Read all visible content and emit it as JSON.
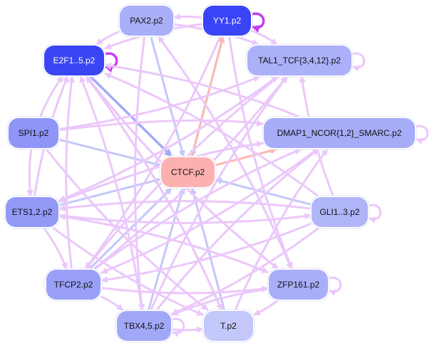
{
  "graph": {
    "nodes": [
      {
        "id": "PAX2",
        "label": "PAX2.p2",
        "fill": "#a9aef8",
        "text": "#111111"
      },
      {
        "id": "YY1",
        "label": "YY1.p2",
        "fill": "#3844f5",
        "text": "#ffffff"
      },
      {
        "id": "E2F",
        "label": "E2F1..5.p2",
        "fill": "#3a46f4",
        "text": "#ffffff"
      },
      {
        "id": "TAL1",
        "label": "TAL1_TCF{3,4,12}.p2",
        "fill": "#abb0f8",
        "text": "#111111"
      },
      {
        "id": "SPI1",
        "label": "SPI1.p2",
        "fill": "#8e95f7",
        "text": "#111111"
      },
      {
        "id": "DMAP1",
        "label": "DMAP1_NCOR{1,2}_SMARC.p2",
        "fill": "#a6acf8",
        "text": "#111111"
      },
      {
        "id": "CTCF",
        "label": "CTCF.p2",
        "fill": "#fdb0b0",
        "text": "#111111"
      },
      {
        "id": "ETS",
        "label": "ETS1,2.p2",
        "fill": "#9299f7",
        "text": "#111111"
      },
      {
        "id": "GLI",
        "label": "GLI1..3.p2",
        "fill": "#b0b5f8",
        "text": "#111111"
      },
      {
        "id": "TFCP2",
        "label": "TFCP2.p2",
        "fill": "#9aa0f7",
        "text": "#111111"
      },
      {
        "id": "ZFP161",
        "label": "ZFP161.p2",
        "fill": "#a9aef8",
        "text": "#111111"
      },
      {
        "id": "TBX",
        "label": "TBX4,5.p2",
        "fill": "#a2a8f8",
        "text": "#111111"
      },
      {
        "id": "T",
        "label": "T.p2",
        "fill": "#c3c7fa",
        "text": "#111111"
      }
    ],
    "edge_colors": {
      "activation": "#ebc8fa",
      "to_ctcf": "#c4c8f8",
      "strong_to_ctcf": "#a3aaf5",
      "from_ctcf": "#fcb8b0",
      "strong_self": "#c63ef2"
    },
    "edges": [
      {
        "from": "YY1",
        "to": "YY1",
        "kind": "strong_self"
      },
      {
        "from": "E2F",
        "to": "E2F",
        "kind": "strong_self"
      },
      {
        "from": "TAL1",
        "to": "TAL1",
        "kind": "activation"
      },
      {
        "from": "DMAP1",
        "to": "DMAP1",
        "kind": "activation"
      },
      {
        "from": "GLI",
        "to": "GLI",
        "kind": "activation"
      },
      {
        "from": "ZFP161",
        "to": "ZFP161",
        "kind": "activation"
      },
      {
        "from": "TBX",
        "to": "TBX",
        "kind": "activation"
      },
      {
        "from": "YY1",
        "to": "PAX2",
        "kind": "activation"
      },
      {
        "from": "YY1",
        "to": "TAL1",
        "kind": "activation"
      },
      {
        "from": "YY1",
        "to": "E2F",
        "kind": "activation"
      },
      {
        "from": "PAX2",
        "to": "TAL1",
        "kind": "activation"
      },
      {
        "from": "PAX2",
        "to": "E2F",
        "kind": "activation"
      },
      {
        "from": "E2F",
        "to": "CTCF",
        "kind": "strong_to_ctcf"
      },
      {
        "from": "PAX2",
        "to": "CTCF",
        "kind": "to_ctcf"
      },
      {
        "from": "YY1",
        "to": "CTCF",
        "kind": "to_ctcf"
      },
      {
        "from": "SPI1",
        "to": "CTCF",
        "kind": "to_ctcf"
      },
      {
        "from": "ETS",
        "to": "CTCF",
        "kind": "to_ctcf"
      },
      {
        "from": "GLI",
        "to": "CTCF",
        "kind": "to_ctcf"
      },
      {
        "from": "TFCP2",
        "to": "CTCF",
        "kind": "to_ctcf"
      },
      {
        "from": "T",
        "to": "CTCF",
        "kind": "to_ctcf"
      },
      {
        "from": "TBX",
        "to": "CTCF",
        "kind": "to_ctcf"
      },
      {
        "from": "CTCF",
        "to": "DMAP1",
        "kind": "from_ctcf"
      },
      {
        "from": "CTCF",
        "to": "YY1",
        "kind": "from_ctcf"
      },
      {
        "from": "SPI1",
        "to": "ETS",
        "kind": "activation"
      },
      {
        "from": "SPI1",
        "to": "DMAP1",
        "kind": "activation"
      },
      {
        "from": "SPI1",
        "to": "TAL1",
        "kind": "activation"
      },
      {
        "from": "SPI1",
        "to": "E2F",
        "kind": "activation"
      },
      {
        "from": "SPI1",
        "to": "T",
        "kind": "activation"
      },
      {
        "from": "ETS",
        "to": "E2F",
        "kind": "activation"
      },
      {
        "from": "ETS",
        "to": "TAL1",
        "kind": "activation"
      },
      {
        "from": "ETS",
        "to": "DMAP1",
        "kind": "activation"
      },
      {
        "from": "ETS",
        "to": "GLI",
        "kind": "activation"
      },
      {
        "from": "ETS",
        "to": "ZFP161",
        "kind": "activation"
      },
      {
        "from": "ETS",
        "to": "T",
        "kind": "activation"
      },
      {
        "from": "ETS",
        "to": "TFCP2",
        "kind": "activation"
      },
      {
        "from": "GLI",
        "to": "ETS",
        "kind": "activation"
      },
      {
        "from": "GLI",
        "to": "TAL1",
        "kind": "activation"
      },
      {
        "from": "GLI",
        "to": "E2F",
        "kind": "activation"
      },
      {
        "from": "GLI",
        "to": "TBX",
        "kind": "activation"
      },
      {
        "from": "DMAP1",
        "to": "ETS",
        "kind": "activation"
      },
      {
        "from": "DMAP1",
        "to": "TFCP2",
        "kind": "activation"
      },
      {
        "from": "DMAP1",
        "to": "E2F",
        "kind": "activation"
      },
      {
        "from": "TAL1",
        "to": "ETS",
        "kind": "activation"
      },
      {
        "from": "TAL1",
        "to": "TFCP2",
        "kind": "activation"
      },
      {
        "from": "TFCP2",
        "to": "E2F",
        "kind": "activation"
      },
      {
        "from": "TFCP2",
        "to": "TAL1",
        "kind": "activation"
      },
      {
        "from": "TFCP2",
        "to": "DMAP1",
        "kind": "activation"
      },
      {
        "from": "TFCP2",
        "to": "ZFP161",
        "kind": "activation"
      },
      {
        "from": "TFCP2",
        "to": "TBX",
        "kind": "activation"
      },
      {
        "from": "ZFP161",
        "to": "ETS",
        "kind": "activation"
      },
      {
        "from": "ZFP161",
        "to": "E2F",
        "kind": "activation"
      },
      {
        "from": "ZFP161",
        "to": "PAX2",
        "kind": "activation"
      },
      {
        "from": "ZFP161",
        "to": "T",
        "kind": "activation"
      },
      {
        "from": "ZFP161",
        "to": "TBX",
        "kind": "activation"
      },
      {
        "from": "TBX",
        "to": "TAL1",
        "kind": "activation"
      },
      {
        "from": "TBX",
        "to": "E2F",
        "kind": "activation"
      },
      {
        "from": "TBX",
        "to": "DMAP1",
        "kind": "activation"
      },
      {
        "from": "TBX",
        "to": "T",
        "kind": "activation"
      },
      {
        "from": "T",
        "to": "DMAP1",
        "kind": "activation"
      },
      {
        "from": "T",
        "to": "E2F",
        "kind": "activation"
      },
      {
        "from": "YY1",
        "to": "TFCP2",
        "kind": "activation"
      },
      {
        "from": "YY1",
        "to": "ZFP161",
        "kind": "activation"
      },
      {
        "from": "PAX2",
        "to": "ZFP161",
        "kind": "activation"
      },
      {
        "from": "E2F",
        "to": "ZFP161",
        "kind": "activation"
      },
      {
        "from": "E2F",
        "to": "T",
        "kind": "activation"
      },
      {
        "from": "PAX2",
        "to": "TBX",
        "kind": "activation"
      },
      {
        "from": "GLI",
        "to": "TFCP2",
        "kind": "activation"
      }
    ]
  }
}
